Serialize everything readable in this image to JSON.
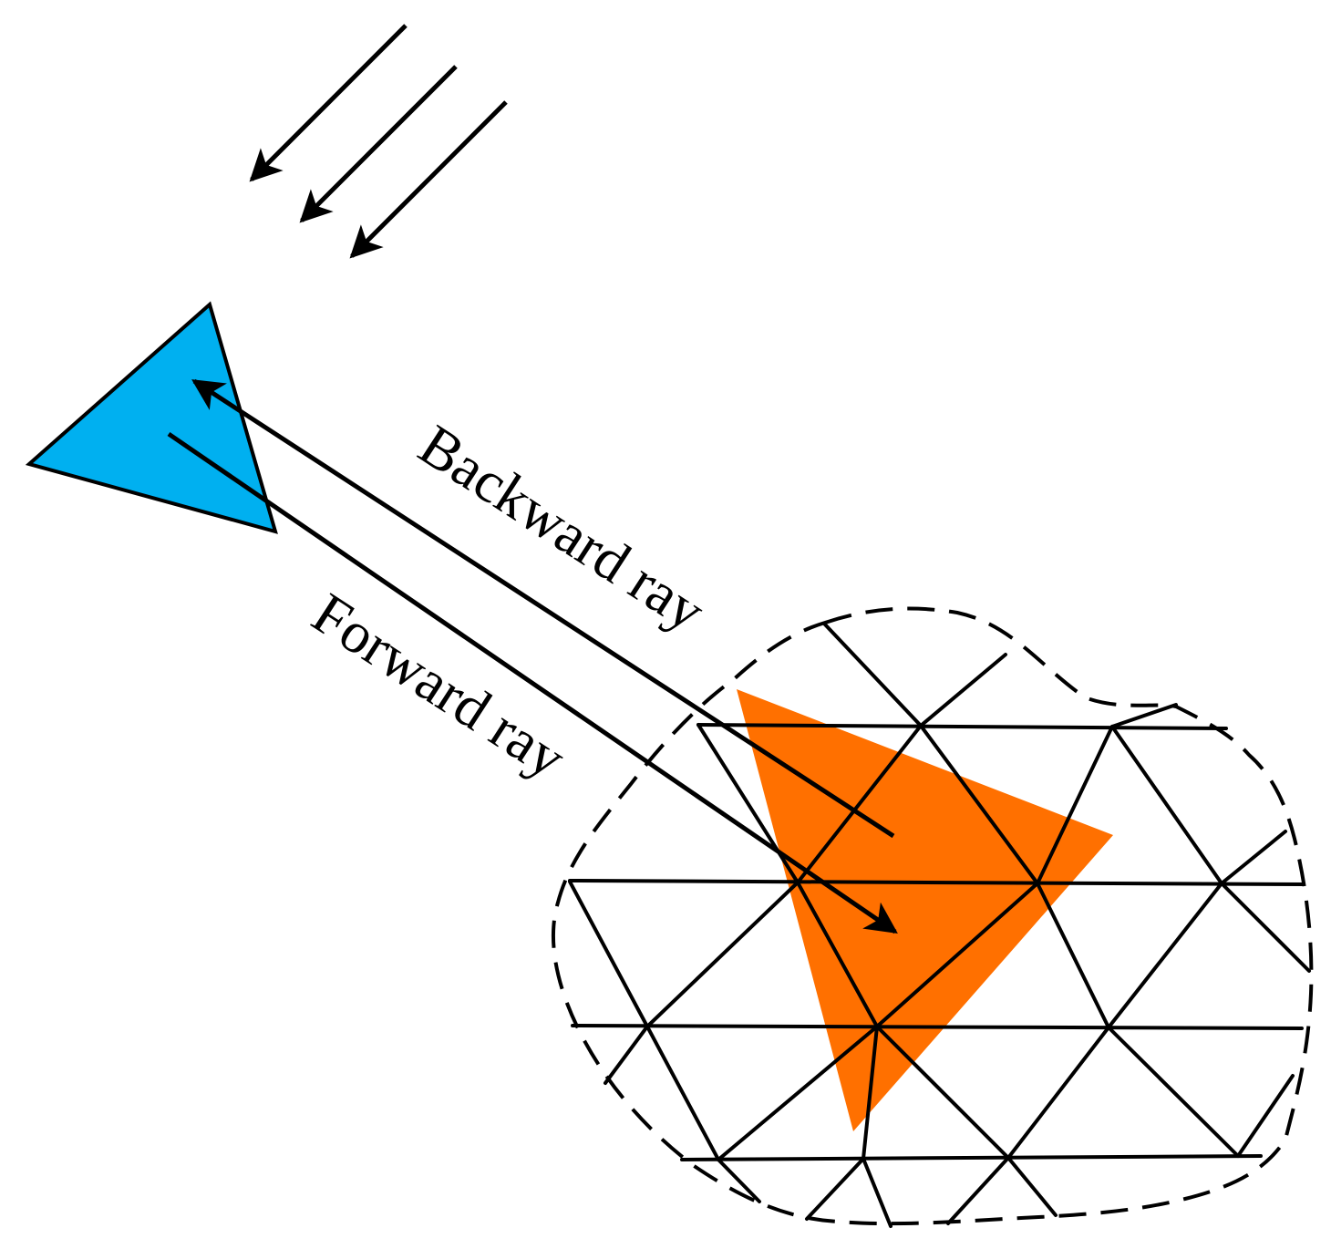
{
  "labels": {
    "backward_ray": "Backward ray",
    "forward_ray": "Forward ray"
  },
  "colors": {
    "source_triangle": "#00b0f0",
    "target_triangle": "#ff7000",
    "stroke": "#000000",
    "background": "#ffffff"
  },
  "elements": {
    "incident_rays": "3 parallel incident arrows",
    "source_triangle": "blue triangle (ray source)",
    "target_triangle": "orange triangle on mesh",
    "mesh": "triangular mesh inside dashed boundary"
  }
}
